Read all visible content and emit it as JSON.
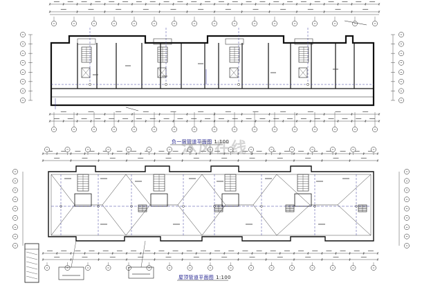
{
  "plans": {
    "upper": {
      "title": "负一层管道平面图",
      "scale": "1:100"
    },
    "lower": {
      "title": "屋顶管道平面图",
      "scale": "1:100"
    }
  },
  "watermark": {
    "text": "沐风在线"
  },
  "colors": {
    "line": "#1a1a1a",
    "pipe": "#3a3a9c",
    "wall": "#111111",
    "title": "#1a1a8c"
  }
}
